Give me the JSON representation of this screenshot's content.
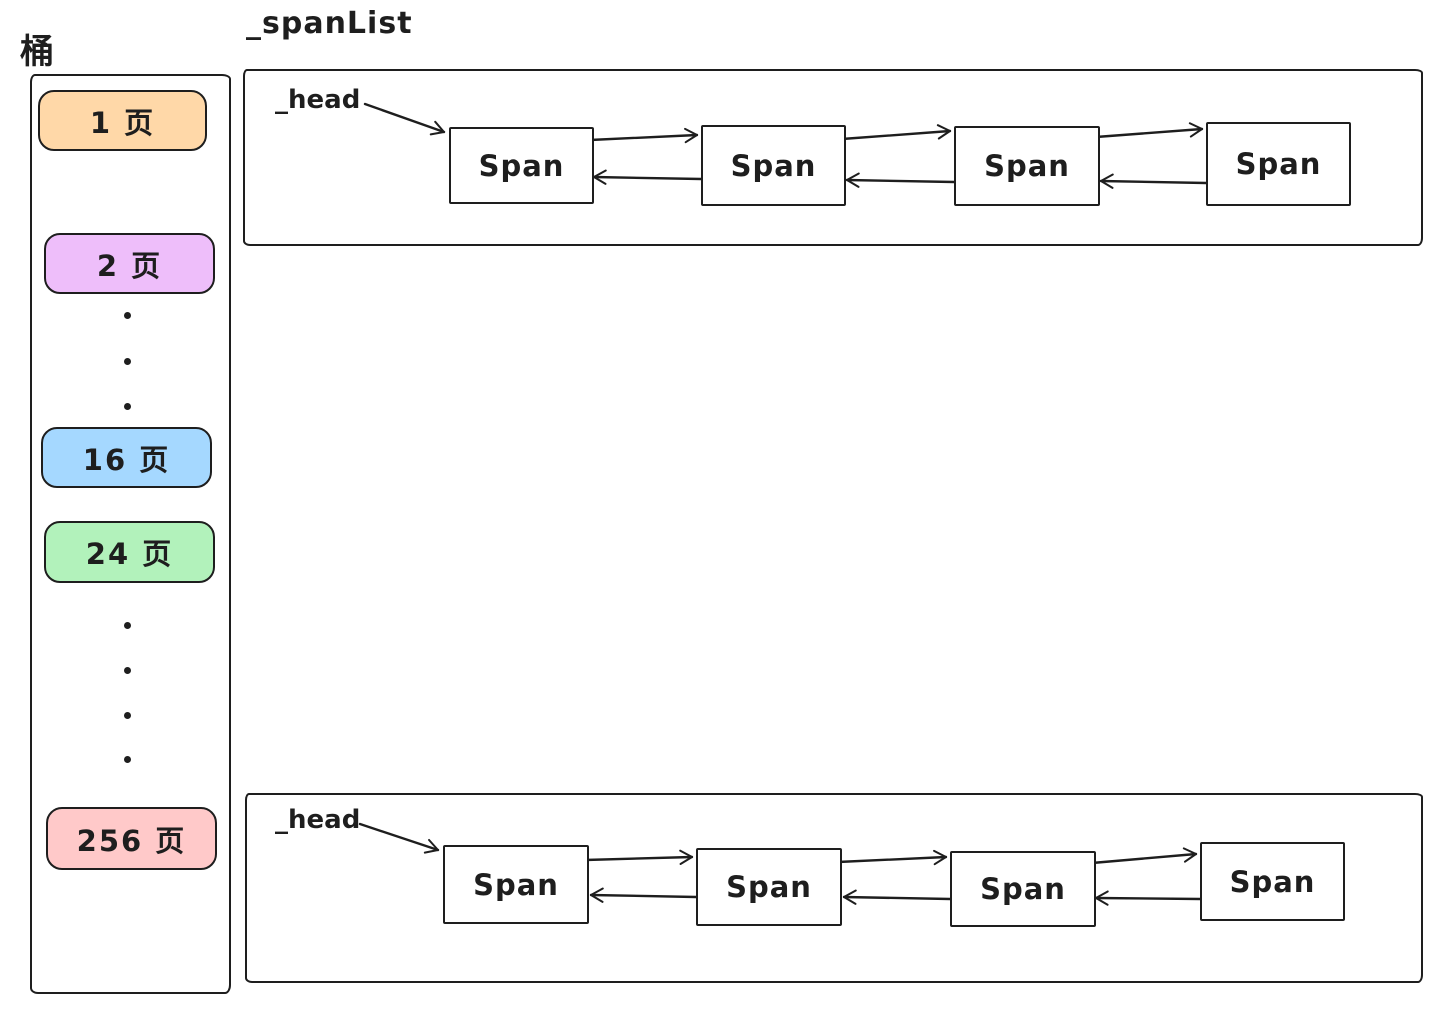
{
  "canvas": {
    "background": "#ffffff",
    "stroke_color": "#1e1e1e"
  },
  "bucket": {
    "title": "桶",
    "items": [
      {
        "label": "1 页",
        "fill": "#ffd8a8"
      },
      {
        "label": "2 页",
        "fill": "#eebefa"
      },
      {
        "label": "16 页",
        "fill": "#a5d8ff"
      },
      {
        "label": "24 页",
        "fill": "#b2f2bb"
      },
      {
        "label": "256 页",
        "fill": "#ffc9c9"
      }
    ],
    "ellipsis_groups": [
      {
        "dots": 3
      },
      {
        "dots": 4
      }
    ]
  },
  "span_list": {
    "title": "_spanList",
    "lists": [
      {
        "head_label": "_head",
        "nodes": [
          {
            "label": "Span"
          },
          {
            "label": "Span"
          },
          {
            "label": "Span"
          },
          {
            "label": "Span"
          }
        ]
      },
      {
        "head_label": "_head",
        "nodes": [
          {
            "label": "Span"
          },
          {
            "label": "Span"
          },
          {
            "label": "Span"
          },
          {
            "label": "Span"
          }
        ]
      }
    ]
  }
}
